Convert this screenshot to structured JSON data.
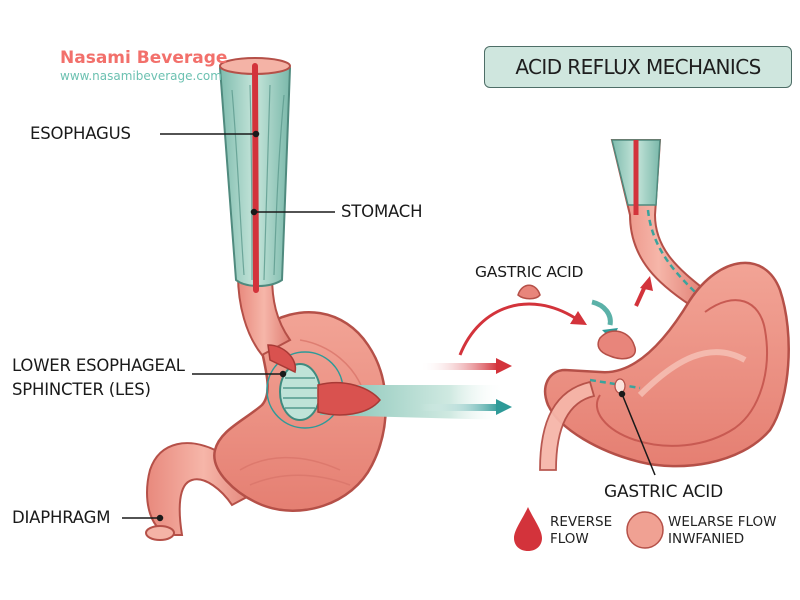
{
  "brand": {
    "name": "Nasami Beverage",
    "url": "www.nasamibeverage.com"
  },
  "title": "ACID REFLUX MECHANICS",
  "labels": {
    "esophagus": "ESOPHAGUS",
    "stomach": "STOMACH",
    "les_line1": "LOWER ESOPHAGEAL",
    "les_line2": "SPHINCTER (LES)",
    "diaphragm": "DIAPHRAGM",
    "gastric_acid_top": "GASTRIC ACID",
    "gastric_acid_bottom": "GASTRIC ACID"
  },
  "legend": [
    {
      "line1": "REVERSE",
      "line2": "FLOW",
      "icon": "droplet-icon"
    },
    {
      "line1": "WELARSE FLOW",
      "line2": "INWFANIED",
      "icon": "circle-icon"
    }
  ],
  "colors": {
    "tissue": "#ec8b80",
    "tissue_light": "#f5b3a6",
    "tissue_dark": "#c85a52",
    "muscle": "#9fcfc0",
    "acid_red": "#d3333b",
    "teal": "#2e9a98",
    "title_bg": "#cfe6de"
  }
}
